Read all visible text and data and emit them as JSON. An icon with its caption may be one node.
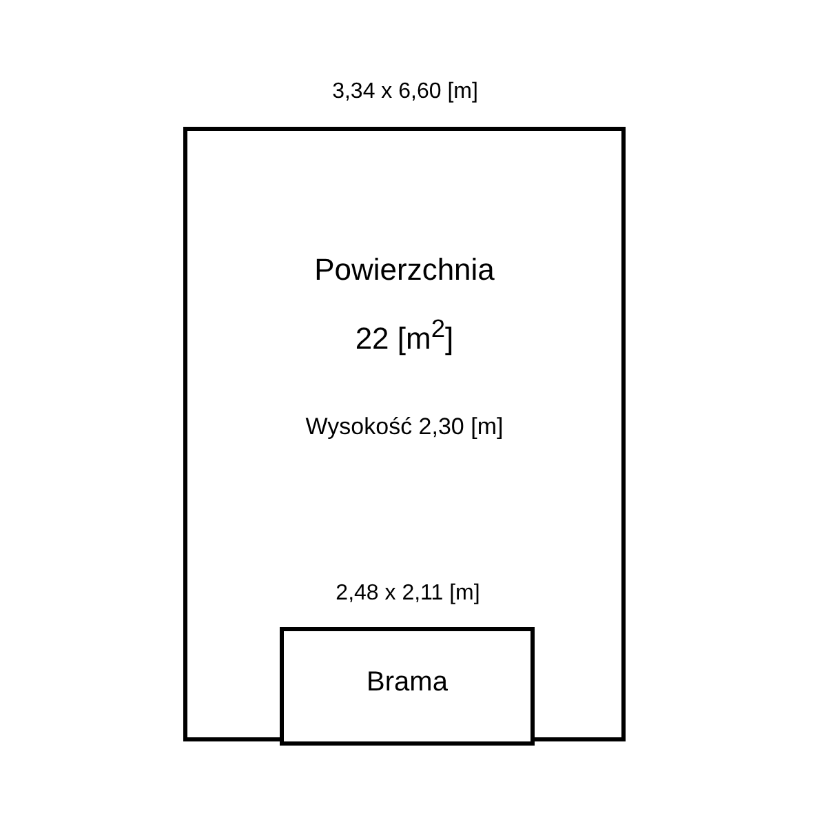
{
  "diagram": {
    "nodes": [
      {
        "text": [
          "Powierzchnia",
          "22 [m$^{2}$]",
          "Wysokość 2,30 [m]"
        ]
      },
      {
        "text": [
          "Brama"
        ],
        "in": 0
      }
    ],
    "labels": [
      "3,34 x 6,60 [m]",
      "2,48 x 2,11 [m]"
    ]
  }
}
